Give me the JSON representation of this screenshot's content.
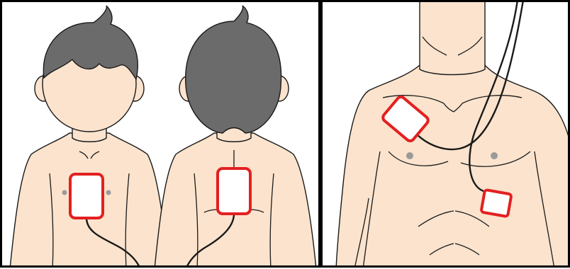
{
  "colors": {
    "skin": "#fbe3cd",
    "hair": "#6b6b6b",
    "outline": "#1a1a1a",
    "pad_border": "#e32020",
    "pad_fill": "#ffffff",
    "nipple": "#9a9a9a",
    "frame": "#000000"
  },
  "panels": [
    {
      "name": "child-placement-panel",
      "figures": [
        "child-front",
        "child-back"
      ],
      "pads": 2
    },
    {
      "name": "adult-placement-panel",
      "figures": [
        "adult-front"
      ],
      "pads": 2
    }
  ],
  "icons": [
    "child-front-figure",
    "child-back-figure",
    "adult-torso-figure",
    "electrode-pad",
    "cable"
  ]
}
